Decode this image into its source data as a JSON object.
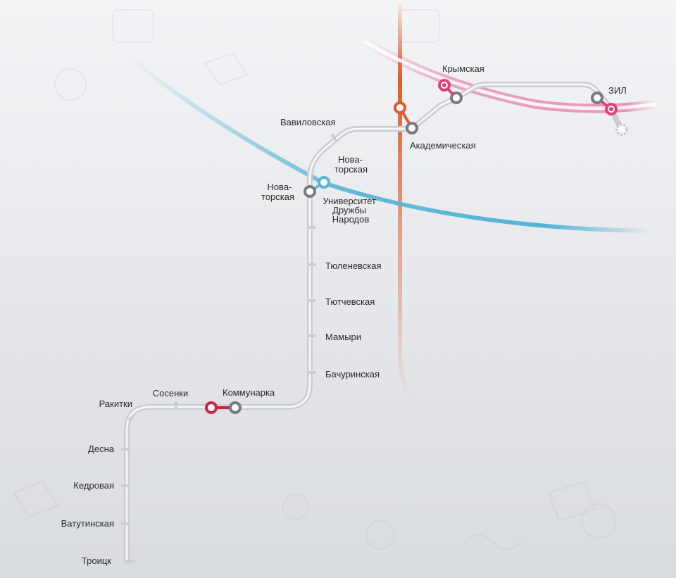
{
  "colors": {
    "main_line": "#c9ccd2",
    "main_line_inner": "#f7f7f8",
    "station_dark": "#7a7a7e",
    "red_line": "#c8234a",
    "blue_line": "#58b4d6",
    "orange_line": "#e05a2a",
    "pink_line": "#e0407a",
    "gray_line": "#a5a5a8"
  },
  "stations": {
    "troitsk": "Троицк",
    "vatutinskaya": "Ватутинская",
    "kedrovaya": "Кедровая",
    "desna": "Десна",
    "rakitki": "Ракитки",
    "sosenki": "Сосенки",
    "kommunarka": "Коммунарка",
    "bachurinskaya": "Бачуринская",
    "mamyri": "Мамыри",
    "tyutchevskaya": "Тютчевская",
    "tyulenevskaya": "Тюленевская",
    "novatorskaya_left": [
      "Нова-",
      "торская"
    ],
    "novatorskaya_right": [
      "Нова-",
      "торская"
    ],
    "universitet": [
      "Университет",
      "Дружбы",
      "Народов"
    ],
    "vavilovskaya": "Вавиловская",
    "akademicheskaya": "Академическая",
    "krymskaya": "Крымская",
    "zil": "ЗИЛ"
  }
}
